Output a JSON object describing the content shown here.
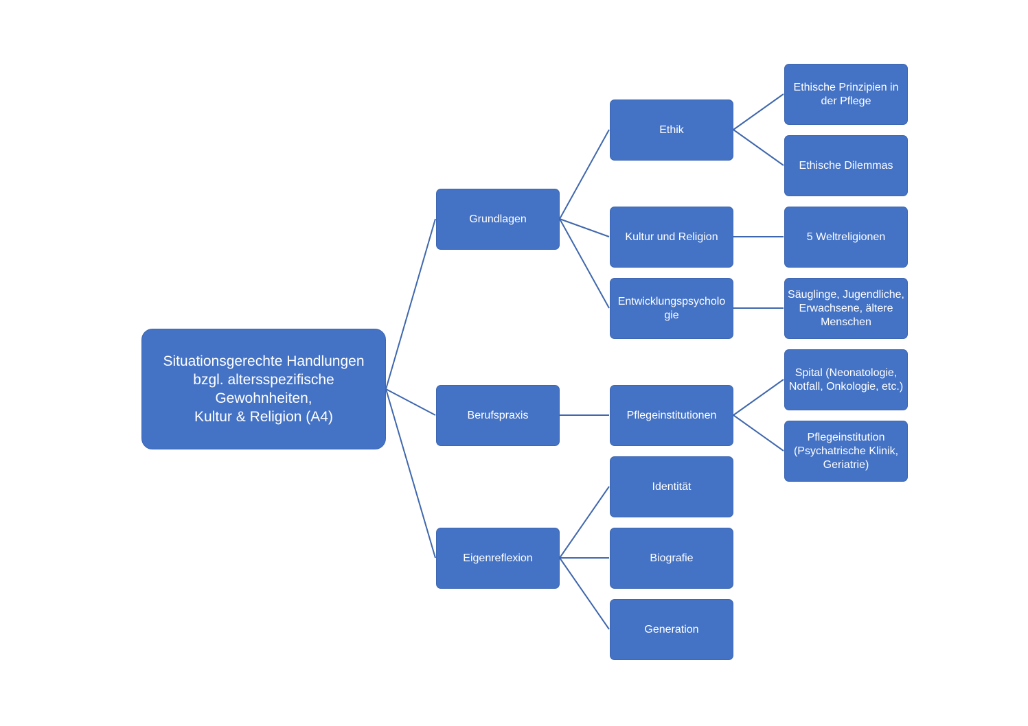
{
  "diagram": {
    "colors": {
      "node_fill": "#4472c4",
      "node_text": "#ffffff",
      "connector": "#3f67ad",
      "background": "#ffffff"
    },
    "root": "Situationsgerechte Handlungen\nbzgl. altersspezifische\nGewohnheiten,\nKultur & Religion (A4)",
    "level1": {
      "grundlagen": "Grundlagen",
      "berufspraxis": "Berufspraxis",
      "eigenreflexion": "Eigenreflexion"
    },
    "level2": {
      "ethik": "Ethik",
      "kultur_religion": "Kultur und Religion",
      "entwicklungspsychologie": "Entwicklungspsycholo gie",
      "pflegeinstitutionen": "Pflegeinstitutionen",
      "identitaet": "Identität",
      "biografie": "Biografie",
      "generation": "Generation"
    },
    "level3": {
      "ethische_prinzipien": "Ethische Prinzipien in der Pflege",
      "ethische_dilemmas": "Ethische Dilemmas",
      "weltreligionen": "5 Weltreligionen",
      "altersgruppen": "Säuglinge, Jugendliche, Erwachsene, ältere Menschen",
      "spital": "Spital (Neonatologie, Notfall, Onkologie, etc.)",
      "pflegeinstitution": "Pflegeinstitution (Psychatrische Klinik, Geriatrie)"
    }
  }
}
